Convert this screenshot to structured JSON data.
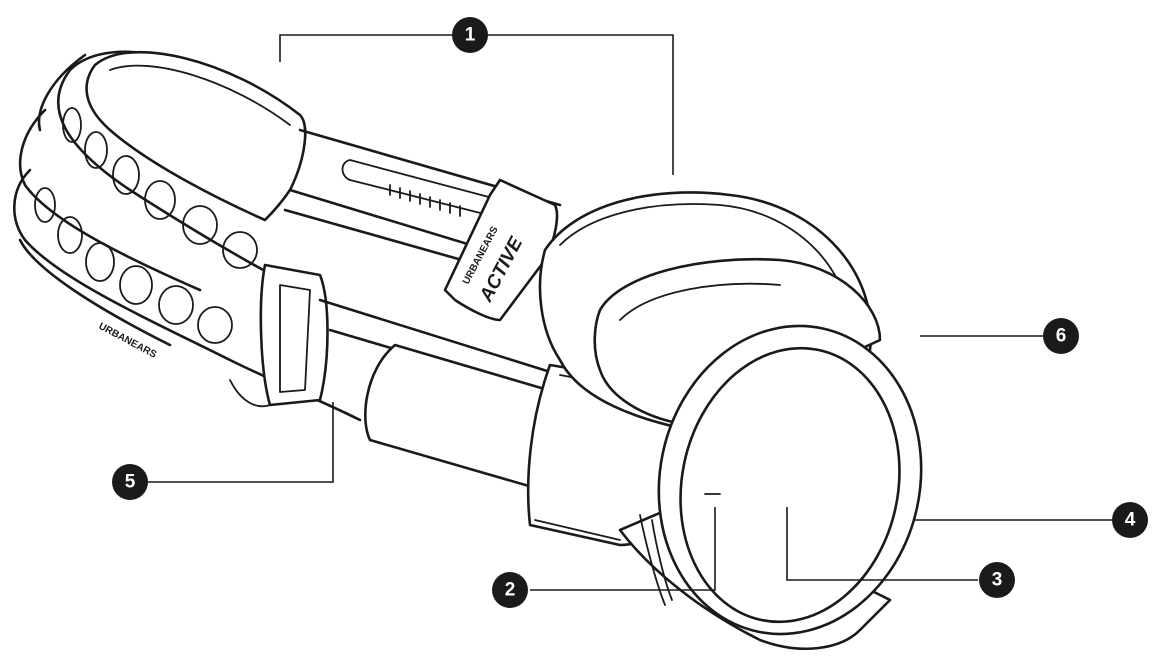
{
  "figure": {
    "brand_marks": {
      "slider_top": "URBANEARS",
      "slider_bottom": "ACTIVE",
      "headband_side": "URBANEARS"
    },
    "callouts": [
      {
        "id": "callout-1",
        "label": "1"
      },
      {
        "id": "callout-2",
        "label": "2"
      },
      {
        "id": "callout-3",
        "label": "3"
      },
      {
        "id": "callout-4",
        "label": "4"
      },
      {
        "id": "callout-5",
        "label": "5"
      },
      {
        "id": "callout-6",
        "label": "6"
      }
    ]
  }
}
